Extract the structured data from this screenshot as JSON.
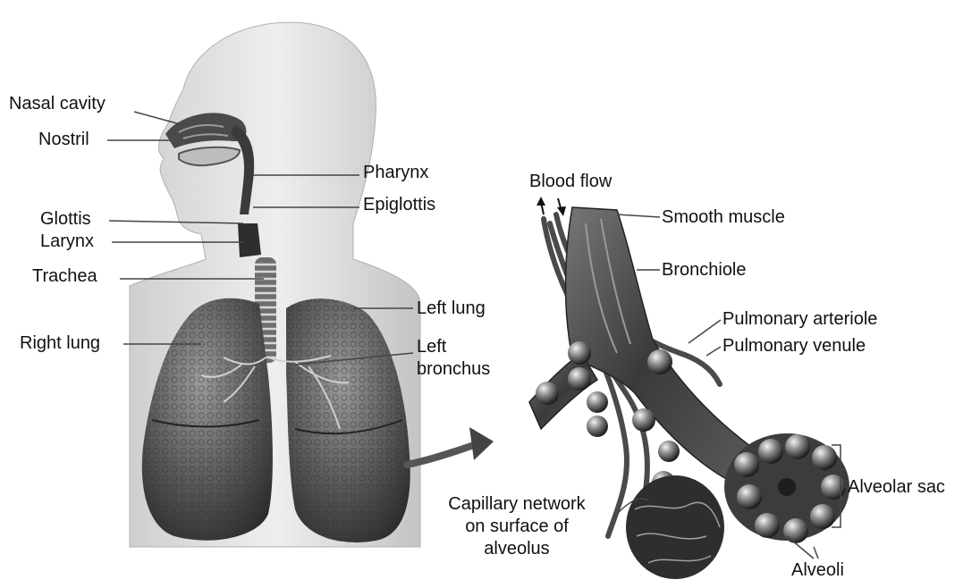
{
  "colors": {
    "skin": "#d6d6d6",
    "skin_dark": "#9a9a9a",
    "lung_dark": "#3e3e3e",
    "lung_mid": "#6a6a6a",
    "airway": "#555555",
    "leader": "#444444",
    "text": "#111111"
  },
  "labels": {
    "nasal_cavity": "Nasal cavity",
    "nostril": "Nostril",
    "pharynx": "Pharynx",
    "epiglottis": "Epiglottis",
    "glottis": "Glottis",
    "larynx": "Larynx",
    "trachea": "Trachea",
    "left_lung": "Left lung",
    "right_lung": "Right lung",
    "left_bronchus_line1": "Left",
    "left_bronchus_line2": "bronchus",
    "blood_flow": "Blood flow",
    "smooth_muscle": "Smooth muscle",
    "bronchiole": "Bronchiole",
    "pulmonary_arteriole": "Pulmonary arteriole",
    "pulmonary_venule": "Pulmonary venule",
    "alveolar_sac": "Alveolar sac",
    "capillary_line1": "Capillary network",
    "capillary_line2": "on surface of",
    "capillary_line3": "alveolus",
    "alveoli": "Alveoli"
  }
}
